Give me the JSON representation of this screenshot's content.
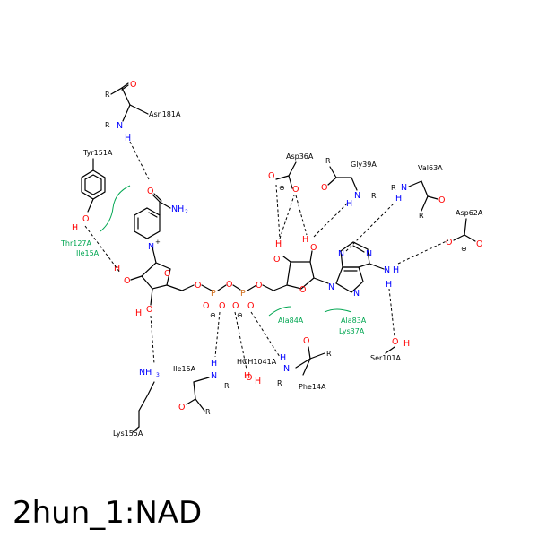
{
  "title": "2hun_1:NAD",
  "colors": {
    "oxygen": "#ff0000",
    "nitrogen": "#0000ff",
    "phosphorus": "#d0701f",
    "hydrophobic": "#00a651",
    "bond": "#000000"
  },
  "residues": {
    "asn181": "Asn181A",
    "tyr151": "Tyr151A",
    "thr127": "Thr127A",
    "ile15_hyd": "Ile15A",
    "lys155": "Lys155A",
    "ile15": "Ile15A",
    "hoh1041": "HOH1041A",
    "phe14": "Phe14A",
    "asp36": "Asp36A",
    "gly39": "Gly39A",
    "val63": "Val63A",
    "asp62": "Asp62A",
    "ala84": "Ala84A",
    "ala83": "Ala83A",
    "lys37": "Lys37A",
    "ser101": "Ser101A"
  },
  "group_labels": {
    "r": "R",
    "nh2": "NH",
    "nh2_sub": "2",
    "nh3": "NH",
    "nh3_sub": "3",
    "n_plus": "+",
    "minus": "⊖"
  },
  "atoms": {
    "O": "O",
    "N": "N",
    "P": "P",
    "H": "H"
  }
}
